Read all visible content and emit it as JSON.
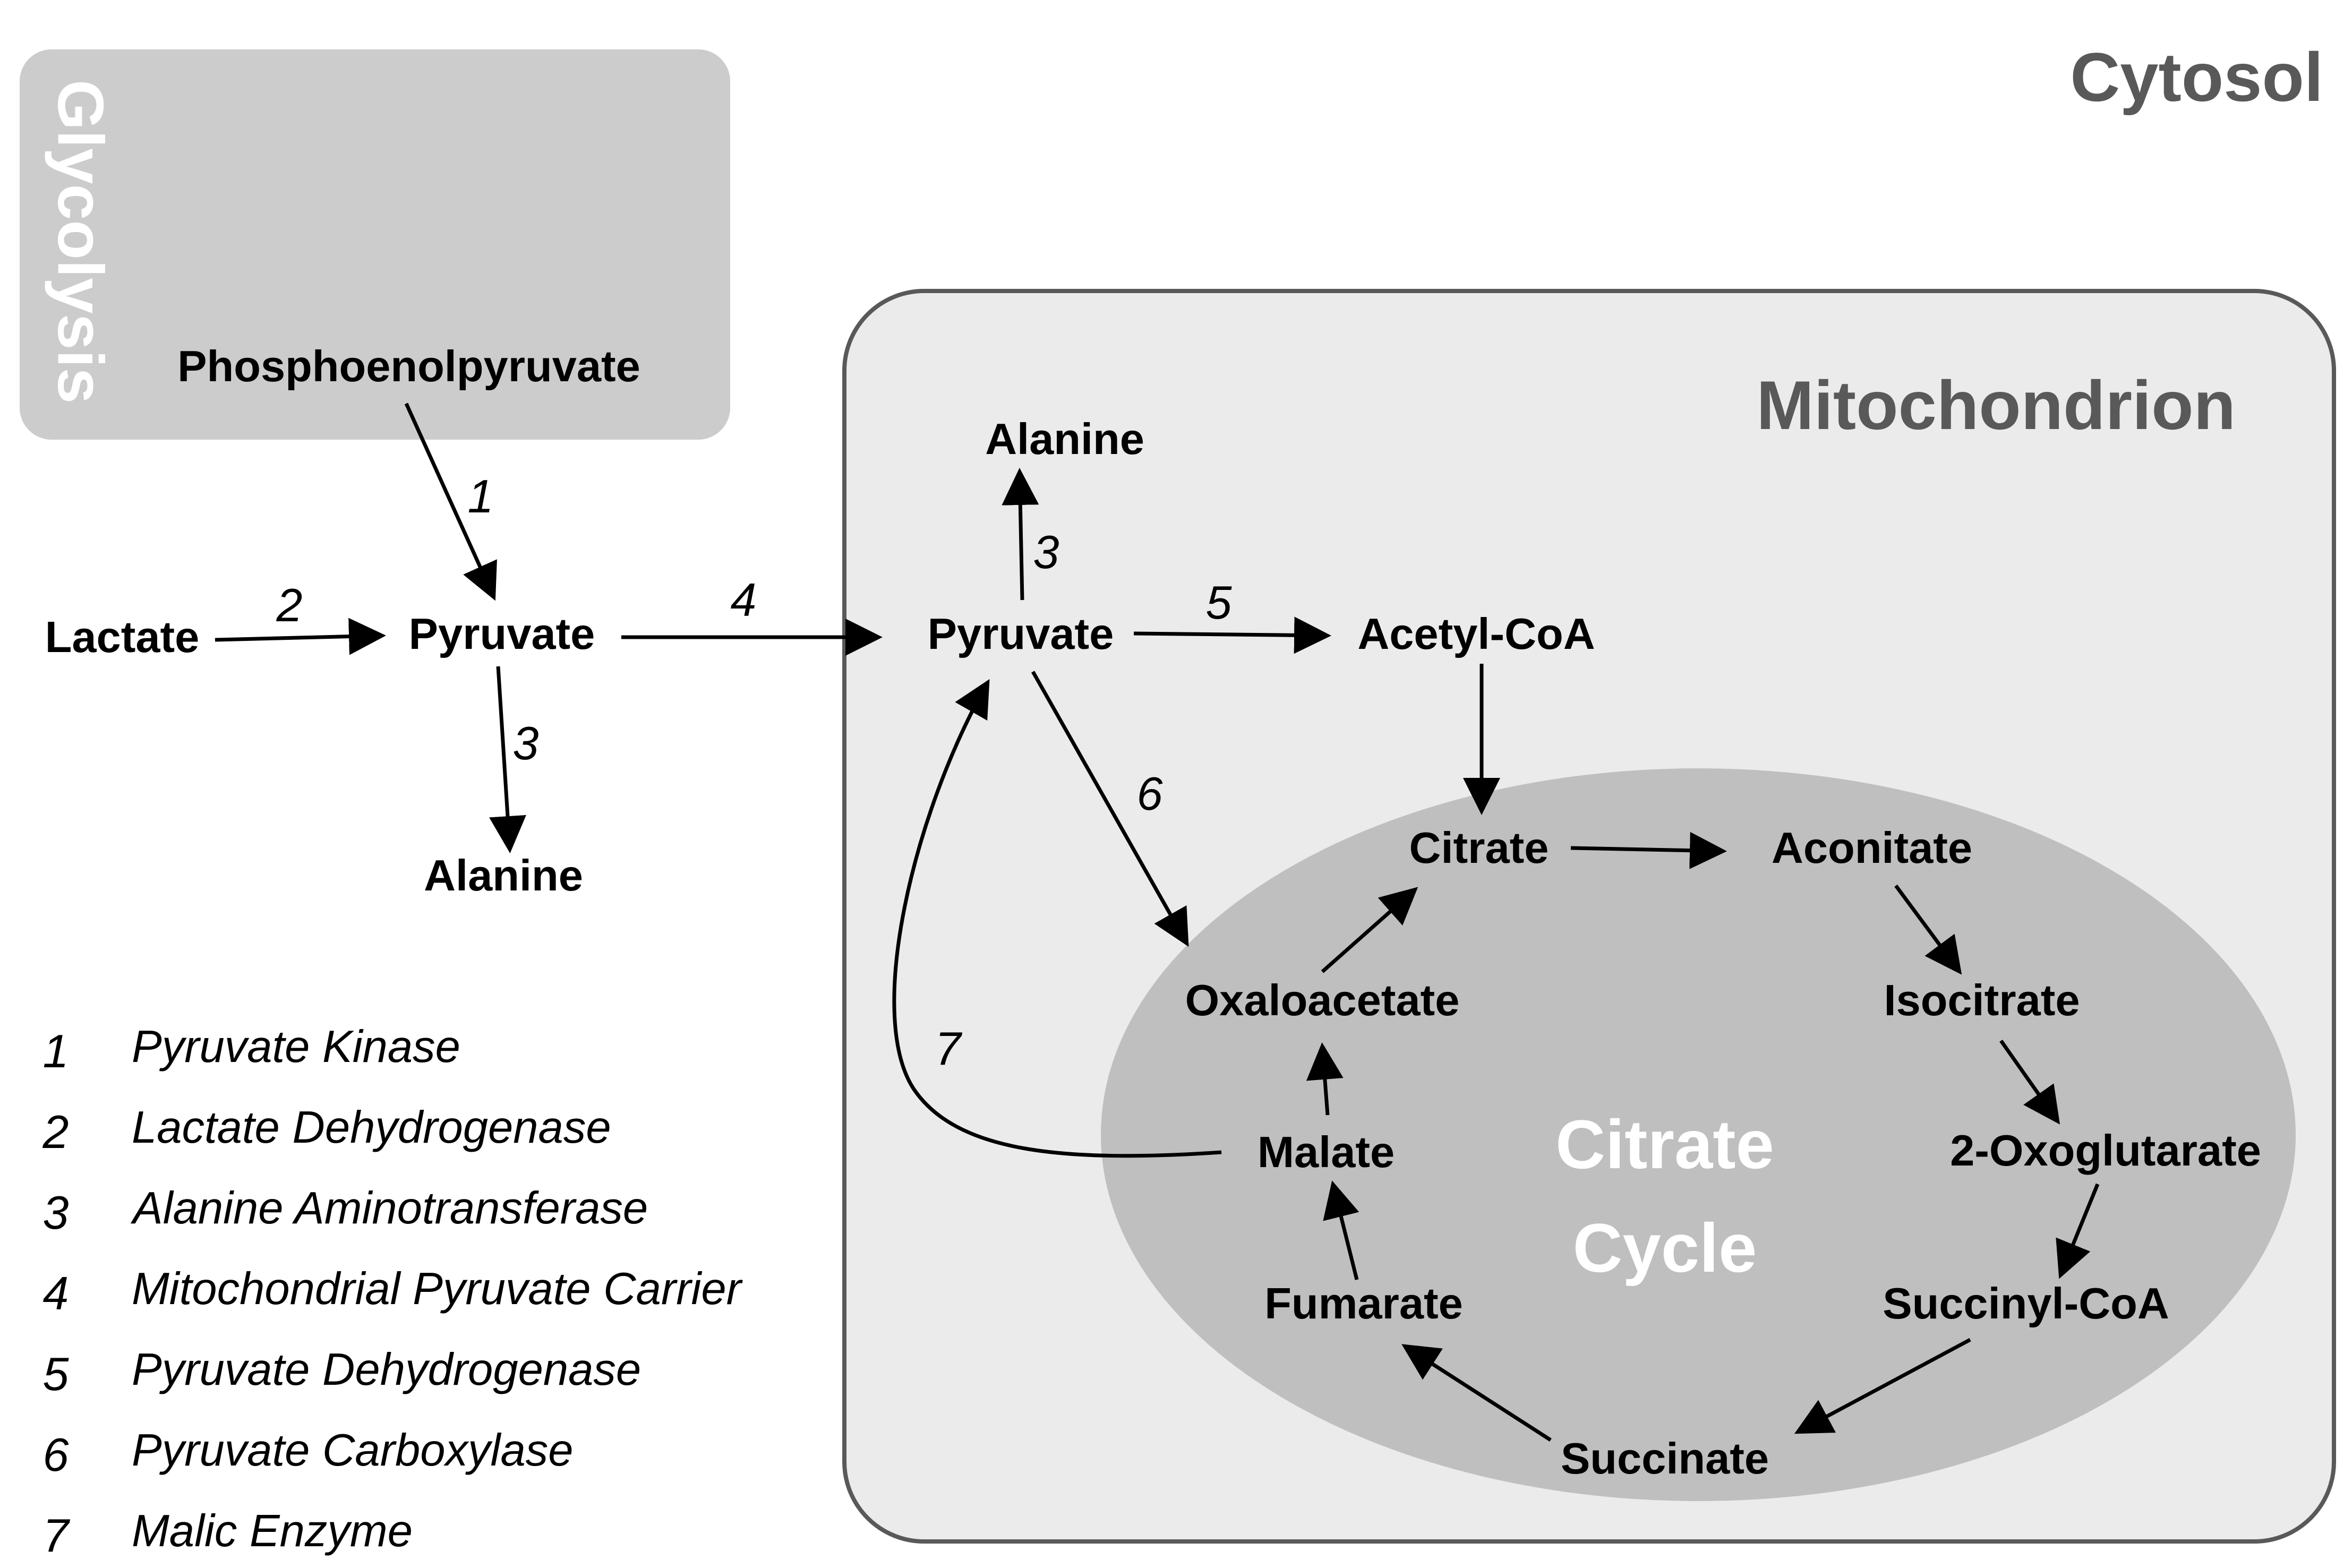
{
  "regions": {
    "cytosol": "Cytosol",
    "mitochondrion": "Mitochondrion",
    "glycolysis": "Glycolysis",
    "citrate_cycle_line1": "Citrate",
    "citrate_cycle_line2": "Cycle"
  },
  "metabolites": {
    "phosphoenolpyruvate": "Phosphoenolpyruvate",
    "lactate": "Lactate",
    "pyruvate_cyto": "Pyruvate",
    "alanine_cyto": "Alanine",
    "pyruvate_mito": "Pyruvate",
    "alanine_mito": "Alanine",
    "acetyl_coa": "Acetyl-CoA",
    "citrate": "Citrate",
    "aconitate": "Aconitate",
    "isocitrate": "Isocitrate",
    "oxoglutarate": "2-Oxoglutarate",
    "succinyl_coa": "Succinyl-CoA",
    "succinate": "Succinate",
    "fumarate": "Fumarate",
    "malate": "Malate",
    "oxaloacetate": "Oxaloacetate"
  },
  "reaction_labels": {
    "pep_to_pyruvate": "1",
    "lactate_to_pyruvate": "2",
    "pyruvate_to_alanine_cyto": "3",
    "pyruvate_transport": "4",
    "pyruvate_to_alanine_mito": "3",
    "pyruvate_to_acetylcoa": "5",
    "pyruvate_to_oxaloacetate": "6",
    "malate_to_pyruvate": "7"
  },
  "legend": [
    {
      "num": "1",
      "text": "Pyruvate Kinase"
    },
    {
      "num": "2",
      "text": "Lactate Dehydrogenase"
    },
    {
      "num": "3",
      "text": "Alanine Aminotransferase"
    },
    {
      "num": "4",
      "text": "Mitochondrial Pyruvate Carrier"
    },
    {
      "num": "5",
      "text": "Pyruvate Dehydrogenase"
    },
    {
      "num": "6",
      "text": "Pyruvate Carboxylase"
    },
    {
      "num": "7",
      "text": "Malic Enzyme"
    }
  ],
  "colors": {
    "glycolysis_box": "#cccccc",
    "mitochondrion_box": "#ebebeb",
    "mitochondrion_border": "#595959",
    "citrate_cycle": "#bfbfbf",
    "region_title": "#595959"
  }
}
